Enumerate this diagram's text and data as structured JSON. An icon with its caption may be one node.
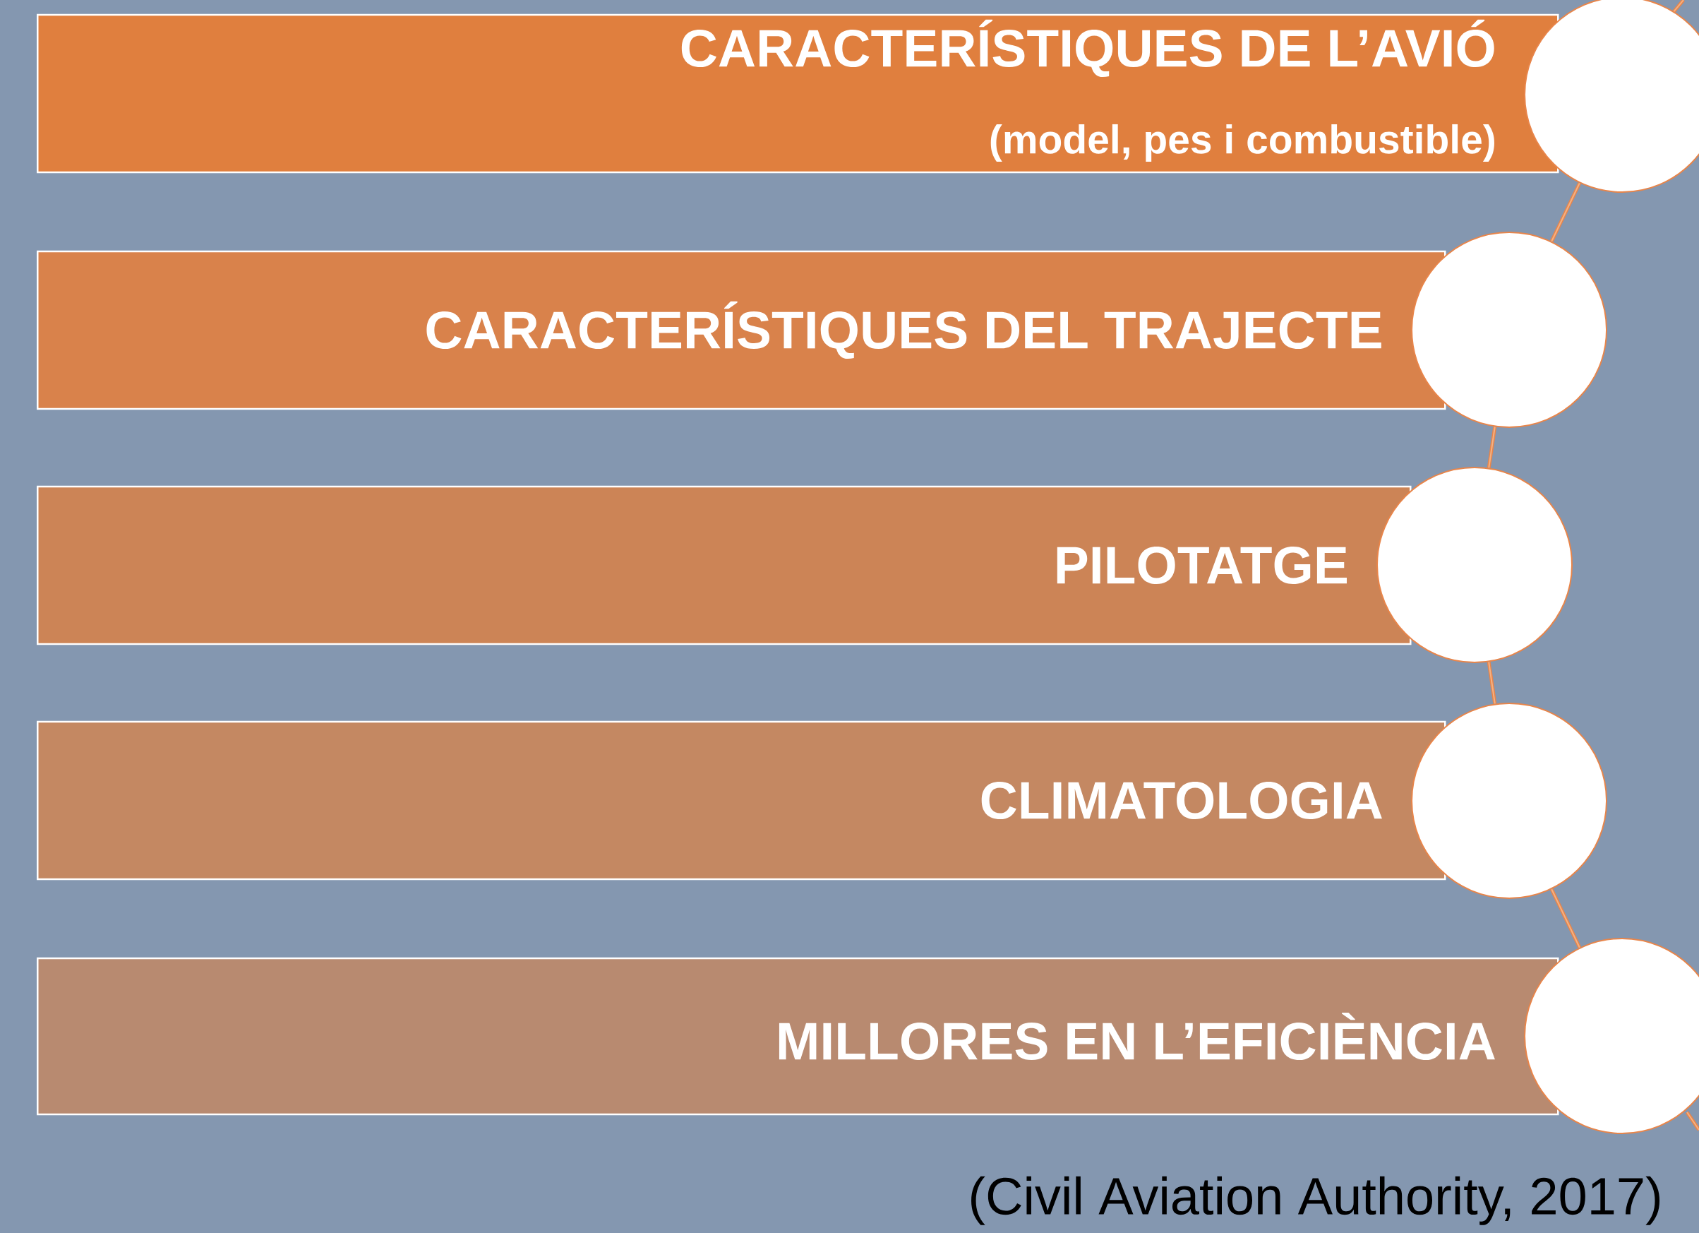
{
  "diagram": {
    "caption": "(Civil Aviation Authority, 2017)",
    "nodes": [
      {
        "text": [
          "CARACTERÍSTIQUES DE L’AVIÓ",
          "(model, pes i combustible)"
        ]
      },
      {
        "text": [
          "CARACTERÍSTIQUES DEL TRAJECTE"
        ]
      },
      {
        "text": [
          "PILOTATGE"
        ]
      },
      {
        "text": [
          "CLIMATOLOGIA"
        ]
      },
      {
        "text": [
          "MILLORES EN L’EFICIÈNCIA"
        ]
      },
      {
        "text": [],
        "shape": "circle"
      },
      {
        "text": [],
        "shape": "circle"
      },
      {
        "text": [],
        "shape": "circle"
      },
      {
        "text": [],
        "shape": "circle"
      },
      {
        "text": [],
        "shape": "circle"
      }
    ],
    "edges": [
      {
        "from": 5,
        "to": 6,
        "arrow": "none"
      },
      {
        "from": 6,
        "to": 7,
        "arrow": "none"
      },
      {
        "from": 7,
        "to": 8,
        "arrow": "none"
      },
      {
        "from": 8,
        "to": 9,
        "arrow": "none"
      }
    ]
  }
}
